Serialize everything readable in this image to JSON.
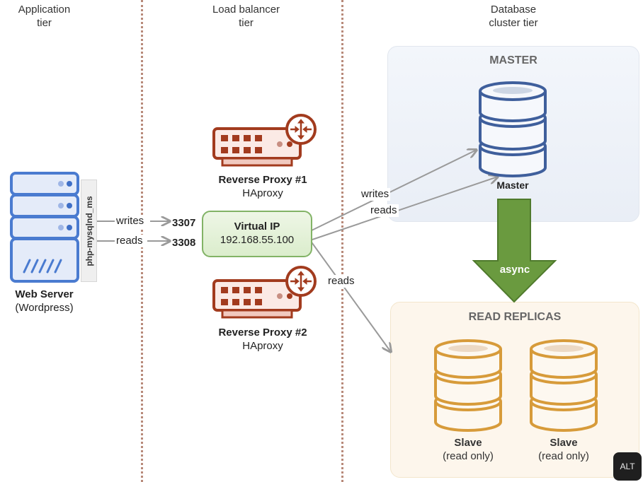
{
  "tiers": {
    "application": [
      "Application",
      "tier"
    ],
    "load_balancer": [
      "Load balancer",
      "tier"
    ],
    "database": [
      "Database",
      "cluster tier"
    ]
  },
  "web_server": {
    "name": "Web Server",
    "subtitle": "(Wordpress)",
    "driver": "php-mysqlnd_ms"
  },
  "connections": {
    "writes_label": "writes",
    "reads_label": "reads",
    "write_port": "3307",
    "read_port": "3308"
  },
  "proxies": [
    {
      "name": "Reverse Proxy #1",
      "software": "HAproxy"
    },
    {
      "name": "Reverse Proxy #2",
      "software": "HAproxy"
    }
  ],
  "virtual_ip": {
    "title": "Virtual IP",
    "address": "192.168.55.100"
  },
  "routes": {
    "writes": "writes",
    "reads_master": "reads",
    "reads_replicas": "reads"
  },
  "master": {
    "panel_title": "MASTER",
    "node_label": "Master"
  },
  "replication": {
    "label": "async"
  },
  "replicas": {
    "panel_title": "READ REPLICAS",
    "nodes": [
      {
        "name": "Slave",
        "mode": "(read only)"
      },
      {
        "name": "Slave",
        "mode": "(read only)"
      }
    ]
  },
  "alt_button": "ALT",
  "colors": {
    "server_blue": "#4a7bd0",
    "proxy_red": "#a23b1e",
    "vip_green": "#82b366",
    "master_db": "#3f5f9c",
    "slave_db": "#d79b3a",
    "async_green": "#6a9a3f",
    "arrow_gray": "#9a9a9a",
    "divider": "#b88a7a"
  }
}
